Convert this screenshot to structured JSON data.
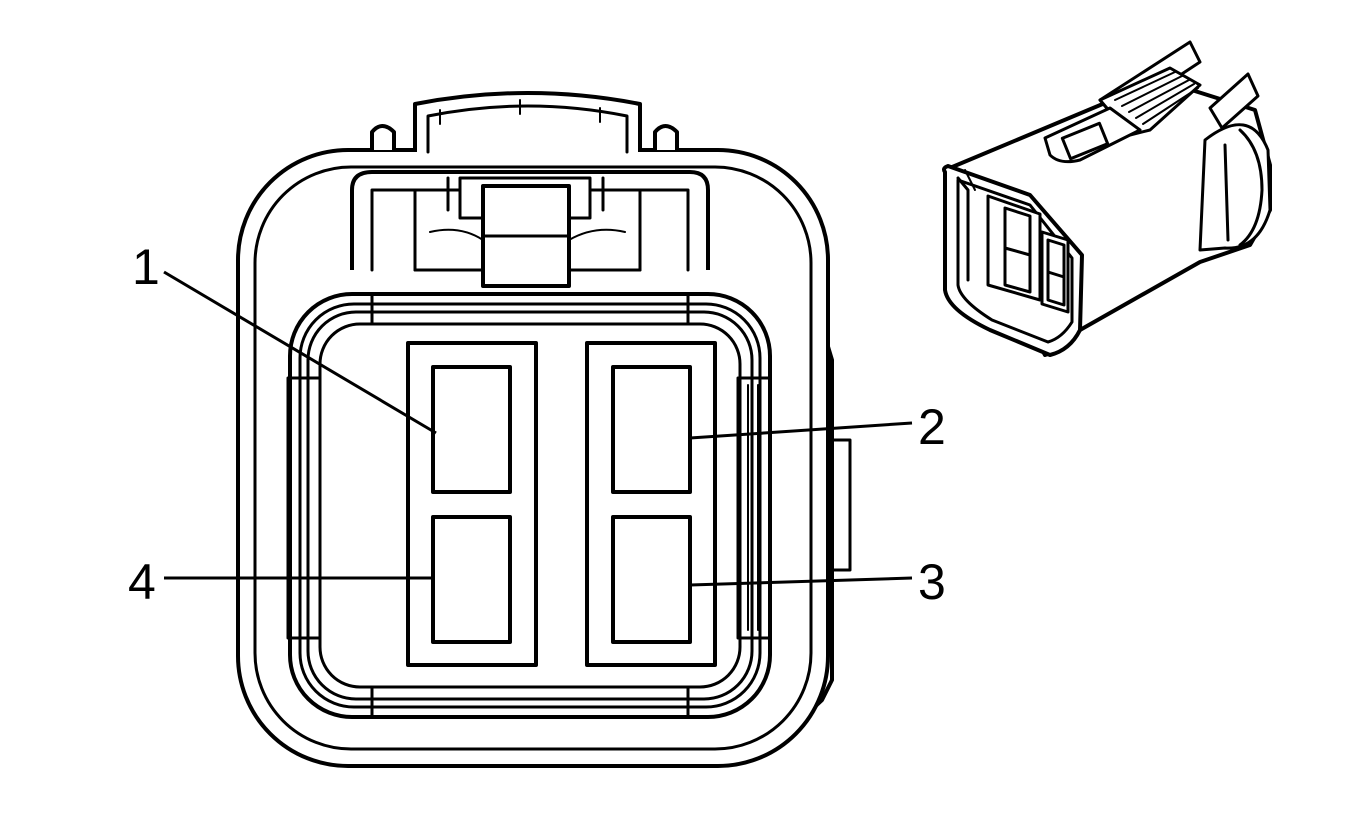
{
  "pins": [
    {
      "id": "1",
      "label": "1"
    },
    {
      "id": "2",
      "label": "2"
    },
    {
      "id": "3",
      "label": "3"
    },
    {
      "id": "4",
      "label": "4"
    }
  ],
  "colors": {
    "line": "#000000",
    "background": "#ffffff"
  }
}
